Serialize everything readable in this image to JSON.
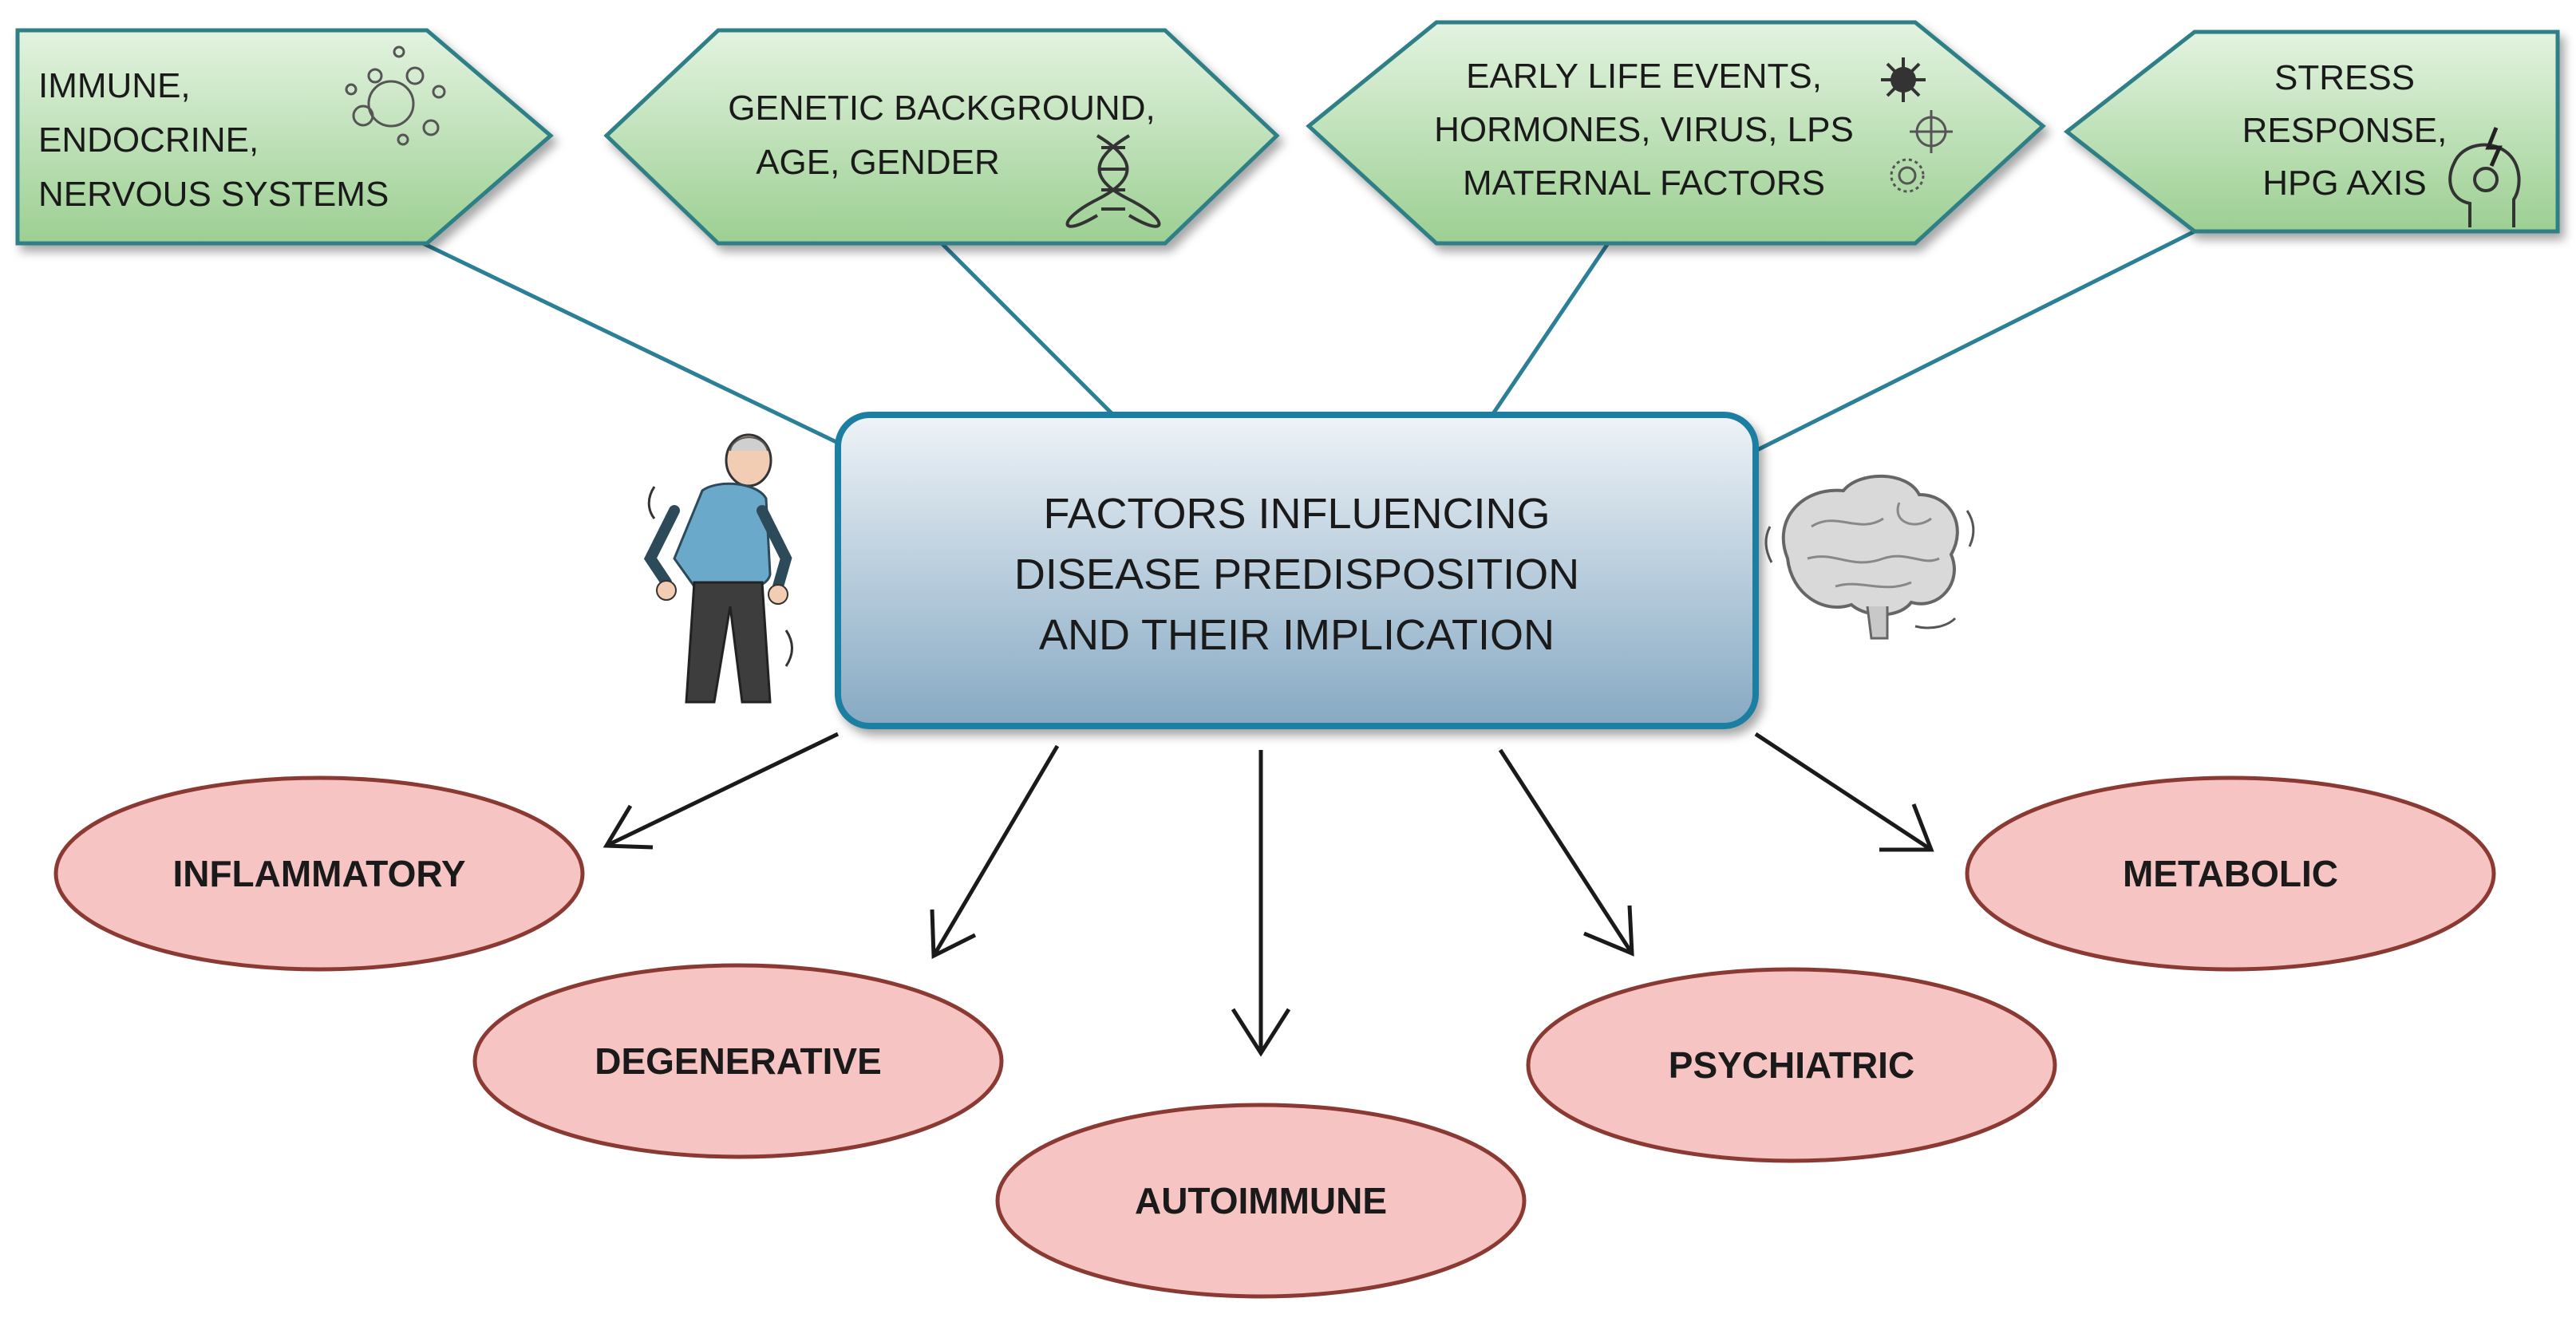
{
  "center": {
    "lines": [
      "FACTORS INFLUENCING",
      "DISEASE PREDISPOSITION",
      "AND THEIR IMPLICATION"
    ]
  },
  "factors": [
    {
      "lines": [
        "IMMUNE,",
        "ENDOCRINE,",
        "NERVOUS SYSTEMS"
      ],
      "icon": "bubbles-icon"
    },
    {
      "lines": [
        "GENETIC BACKGROUND,",
        "AGE, GENDER"
      ],
      "icon": "dna-icon"
    },
    {
      "lines": [
        "EARLY LIFE EVENTS,",
        "HORMONES, VIRUS, LPS",
        "MATERNAL FACTORS"
      ],
      "icon": "virus-icon"
    },
    {
      "lines": [
        "STRESS",
        "RESPONSE,",
        "HPG AXIS"
      ],
      "icon": "head-stress-icon"
    }
  ],
  "diseases": [
    "INFLAMMATORY",
    "DEGENERATIVE",
    "AUTOIMMUNE",
    "PSYCHIATRIC",
    "METABOLIC"
  ],
  "colors": {
    "factor_fill_top": "#e3f3e0",
    "factor_fill_bottom": "#9ccf92",
    "factor_border": "#2f7f86",
    "connector": "#2b7f96",
    "center_fill_top": "#e9eff4",
    "center_fill_bottom": "#8fb0c8",
    "center_border": "#1e7ea0",
    "disease_fill": "#f7c4c4",
    "disease_border": "#8a3a32",
    "arrow": "#1a1a1a"
  }
}
